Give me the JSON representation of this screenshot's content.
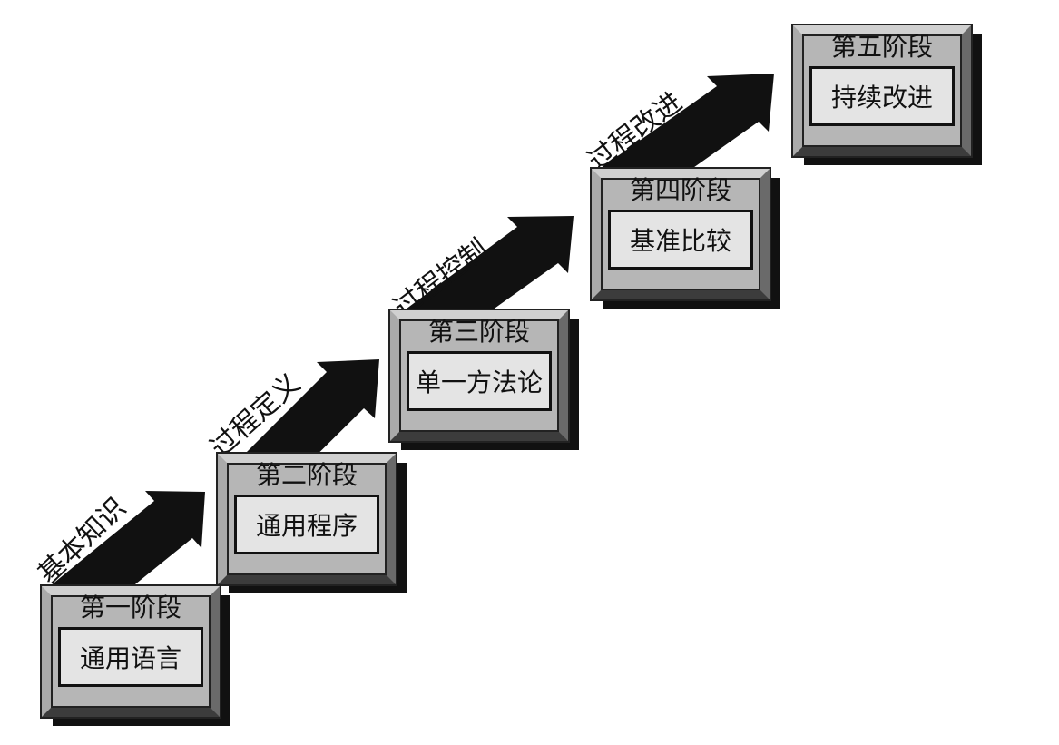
{
  "stages": [
    {
      "title": "第一阶段",
      "content": "通用语言"
    },
    {
      "title": "第二阶段",
      "content": "通用程序"
    },
    {
      "title": "第三阶段",
      "content": "单一方法论"
    },
    {
      "title": "第四阶段",
      "content": "基准比较"
    },
    {
      "title": "第五阶段",
      "content": "持续改进"
    }
  ],
  "transitions": [
    "基本知识",
    "过程定义",
    "过程控制",
    "过程改进"
  ],
  "colors": {
    "arrow": "#111111",
    "frame": "#b6b6b6",
    "inner": "#e4e4e4",
    "shadow": "#111111"
  }
}
